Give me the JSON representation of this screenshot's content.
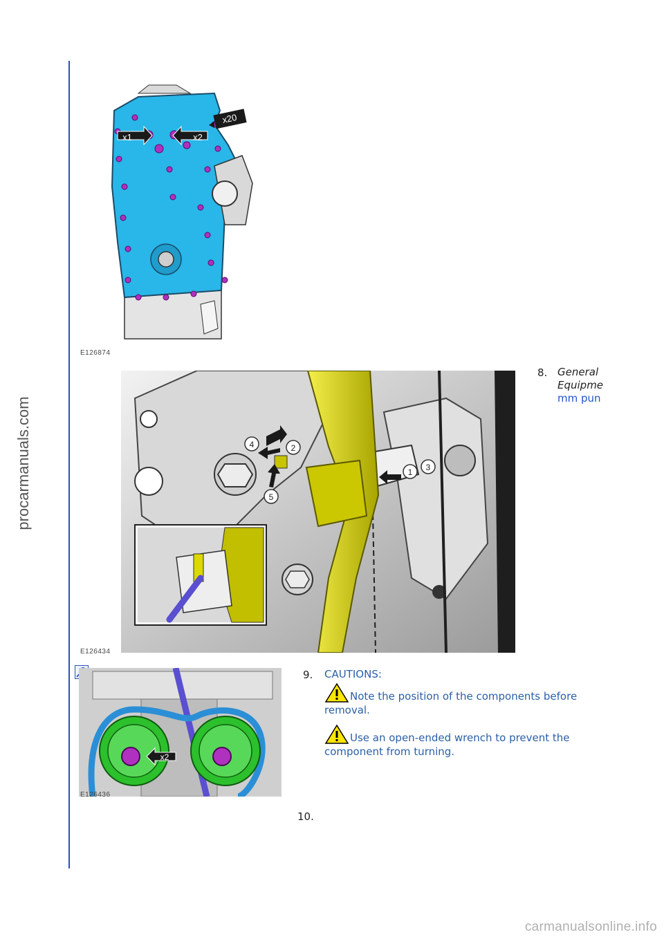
{
  "watermark": {
    "side_text": "procarmanuals.com",
    "footer_text": "carmanualsonline.info"
  },
  "figures": [
    {
      "code": "E126874",
      "callouts": [
        "x20",
        "x1",
        "x2"
      ]
    },
    {
      "code": "E126434",
      "callouts": [
        "4",
        "2",
        "1",
        "3",
        "5"
      ]
    },
    {
      "code": "E126436",
      "callouts": [
        "x2"
      ]
    }
  ],
  "steps": [
    {
      "number": "8.",
      "lines_italic": [
        "General",
        "Equipme"
      ],
      "link_text": "mm pun"
    },
    {
      "number": "9.",
      "cautions_title": "CAUTIONS:",
      "cautions": [
        "Note the position of the components before removal.",
        "Use an open-ended wrench to prevent the component from turning."
      ]
    },
    {
      "number": "10."
    }
  ],
  "icons": {
    "zoom": "zoom-icon",
    "warning": "warning-icon"
  },
  "colors": {
    "rule": "#2a52be",
    "caution_text": "#2a5fa8",
    "link": "#2255cc",
    "engine_cover": "#29b6e8",
    "guide_rail": "#d6d200",
    "sprocket": "#2cc02c",
    "belt": "#2a8fd6"
  }
}
